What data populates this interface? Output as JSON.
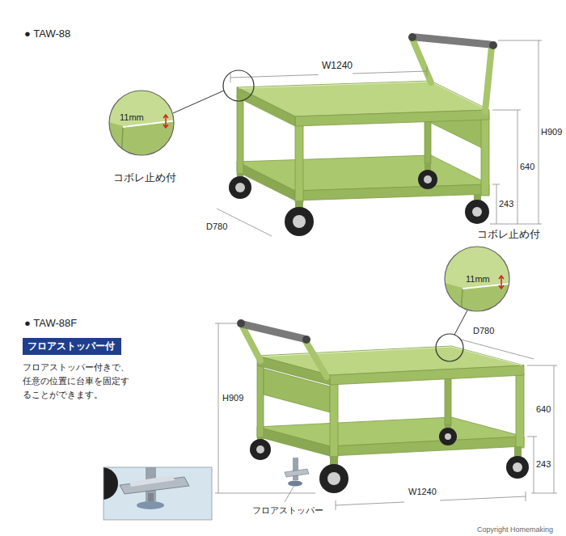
{
  "diagram": {
    "nodes": [
      {
        "text": [
          "フロアストッパー付"
        ]
      }
    ],
    "labels": [
      "● TAW-88",
      "W1240",
      "H909",
      "640",
      "243",
      "D780",
      "11mm",
      "コボレ止め付",
      "コボレ止め付",
      "11mm",
      "● TAW-88F",
      "フロアストッパー付きで、 任意の位置に台車を固定す ることができます。",
      "D780",
      "H909",
      "640",
      "243",
      "W1240",
      "フロアストッパー",
      "Copyright Homemaking"
    ]
  }
}
